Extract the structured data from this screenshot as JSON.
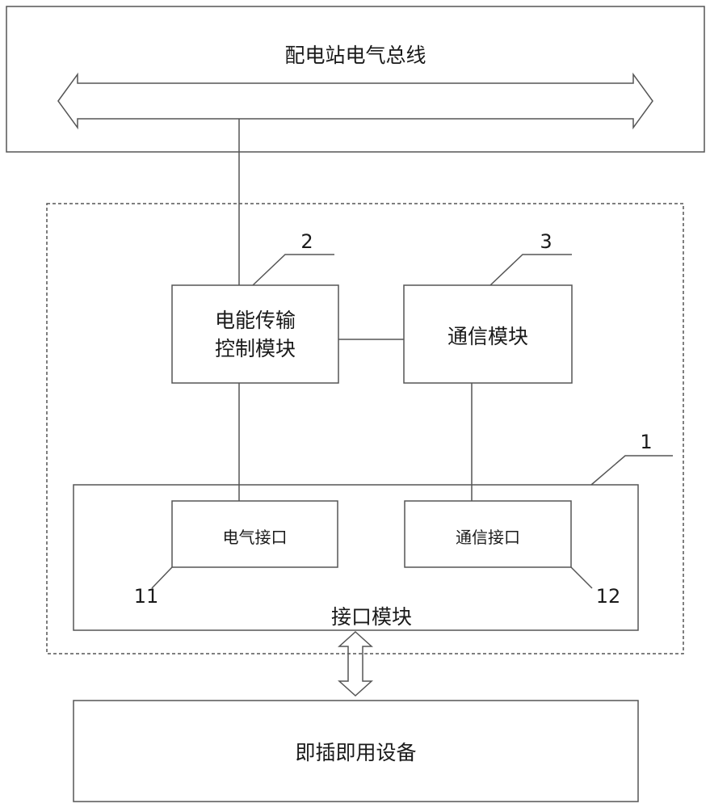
{
  "bus": {
    "label": "配电站电气总线"
  },
  "power_control": {
    "label": "电能传输\n控制模块",
    "ref": "2"
  },
  "comm_module": {
    "label": "通信模块",
    "ref": "3"
  },
  "interface_module": {
    "label": "接口模块",
    "ref": "1"
  },
  "electrical_interface": {
    "label": "电气接口",
    "ref": "11"
  },
  "comm_interface": {
    "label": "通信接口",
    "ref": "12"
  },
  "device": {
    "label": "即插即用设备"
  },
  "colors": {
    "stroke": "#555555",
    "text": "#1a1a1a",
    "background": "#ffffff"
  }
}
